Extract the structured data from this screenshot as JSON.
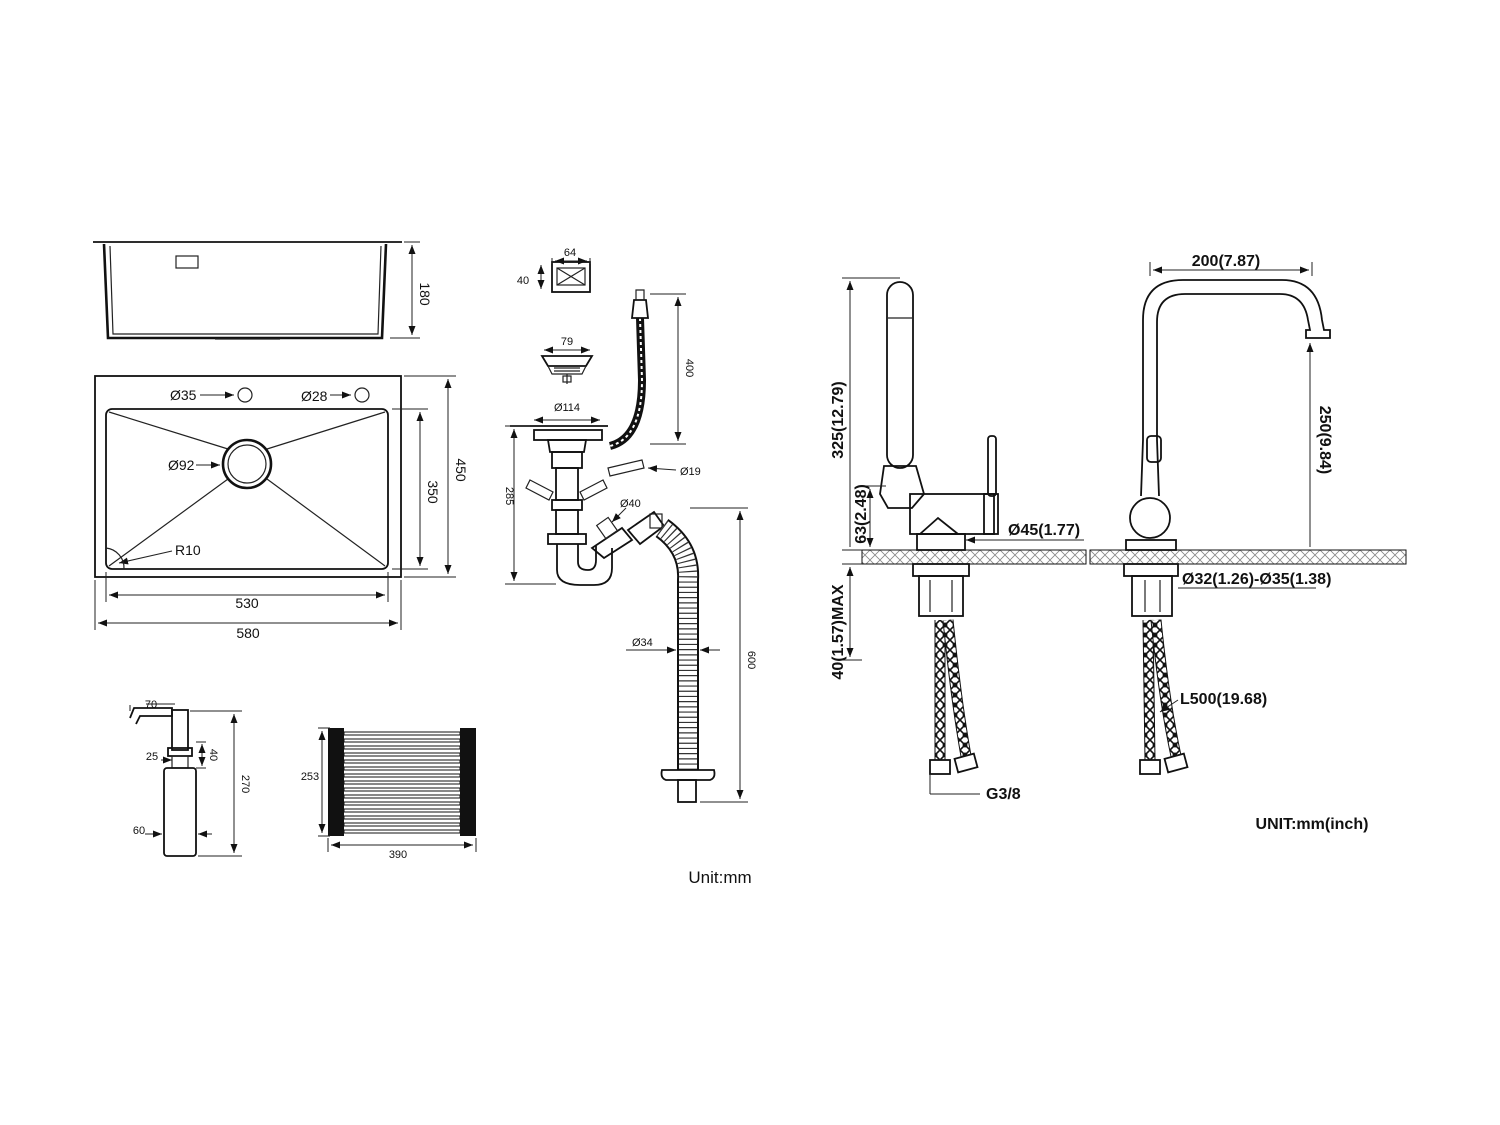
{
  "sink": {
    "depth": "180",
    "hole1": "Ø35",
    "hole2": "Ø28",
    "drain": "Ø92",
    "corner_radius": "R10",
    "inner_depth": "350",
    "outer_depth": "450",
    "inner_width": "530",
    "outer_width": "580"
  },
  "drain_kit": {
    "overflow_width": "64",
    "overflow_height": "40",
    "strainer": "79",
    "flange": "Ø114",
    "overflow_hose_len": "400",
    "overflow_pipe": "Ø19",
    "assembly_height": "285",
    "outlet": "Ø40",
    "hose_dia": "Ø34",
    "hose_len": "600",
    "unit": "Unit:mm"
  },
  "soap_dispenser": {
    "head": "70",
    "neck": "25",
    "thread": "40",
    "height": "270",
    "bottle": "60"
  },
  "roll_mat": {
    "width": "390",
    "depth": "253"
  },
  "faucet": {
    "total_height": "325(12.79)",
    "base_height": "63(2.48)",
    "deck_max": "40(1.57)MAX",
    "base_dia": "Ø45(1.77)",
    "reach": "200(7.87)",
    "spout_height": "250(9.84)",
    "hole_range": "Ø32(1.26)-Ø35(1.38)",
    "hose_len": "L500(19.68)",
    "thread": "G3/8",
    "unit": "UNIT:mm(inch)"
  }
}
